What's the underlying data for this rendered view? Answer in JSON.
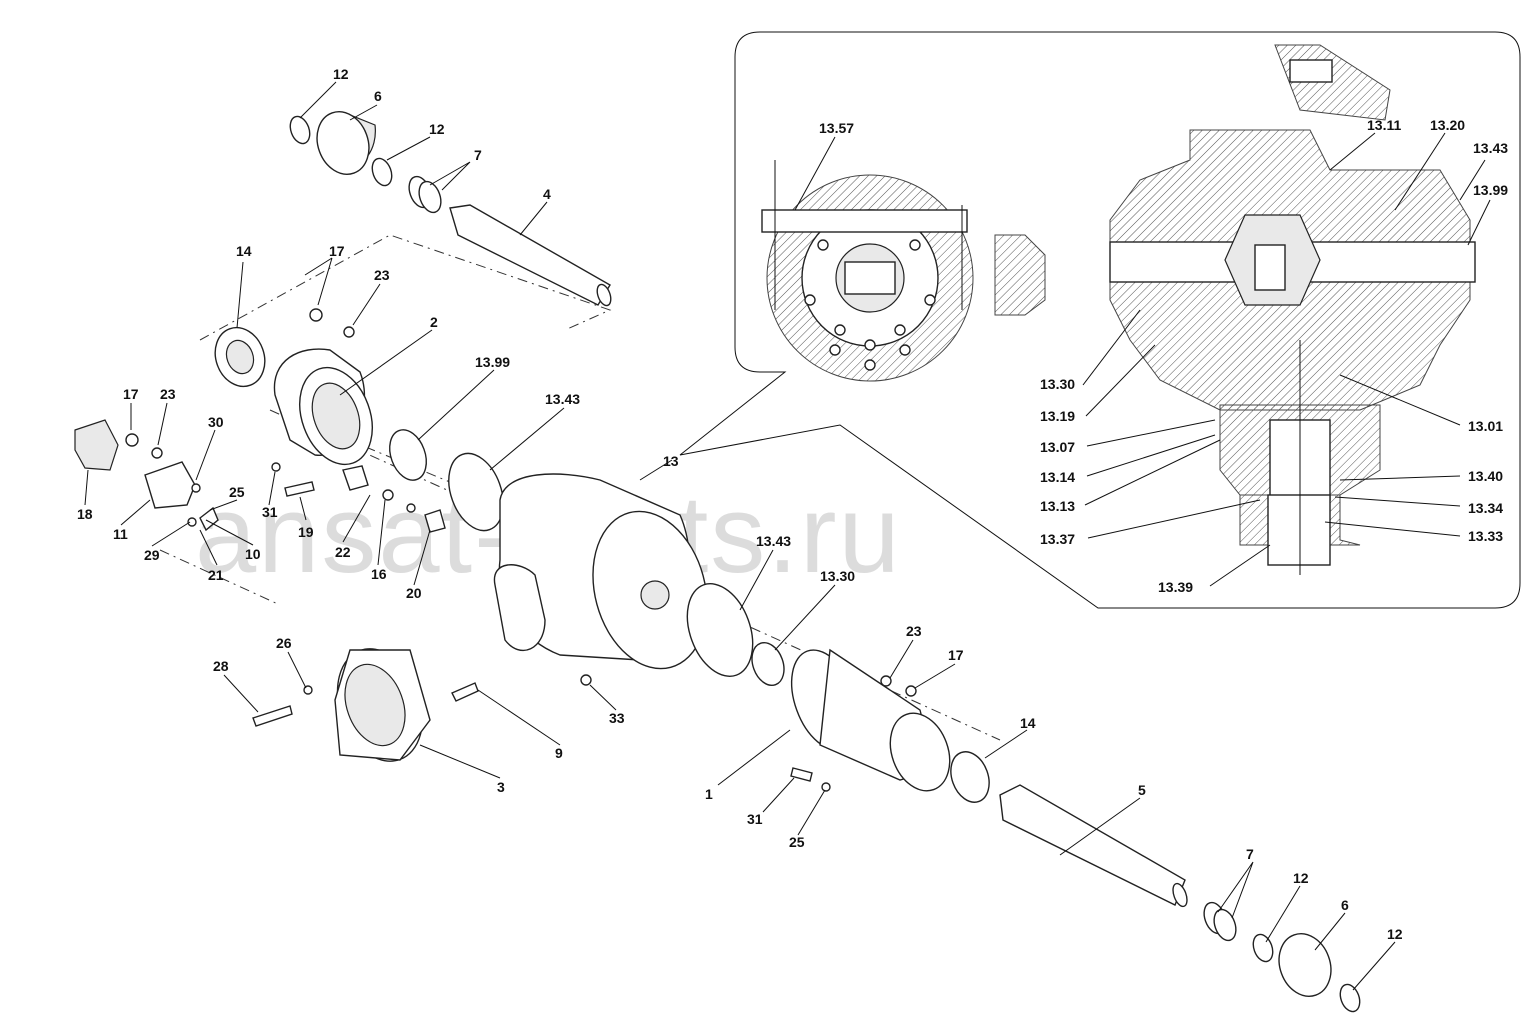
{
  "watermark": "ansat-parts.ru",
  "labels": {
    "p12a": "12",
    "p6a": "6",
    "p12b": "12",
    "p7a": "7",
    "p4": "4",
    "p14a": "14",
    "p17a": "17",
    "p23a": "23",
    "p2": "2",
    "p1399a": "13.99",
    "p1343a": "13.43",
    "p17b": "17",
    "p23b": "23",
    "p30": "30",
    "p25a": "25",
    "p18": "18",
    "p11": "11",
    "p29": "29",
    "p10": "10",
    "p21": "21",
    "p31a": "31",
    "p19": "19",
    "p22": "22",
    "p16": "16",
    "p20": "20",
    "p13": "13",
    "p1343b": "13.43",
    "p1330a": "13.30",
    "p23c": "23",
    "p17c": "17",
    "p28": "28",
    "p26": "26",
    "p9": "9",
    "p33": "33",
    "p3": "3",
    "p1": "1",
    "p14b": "14",
    "p31b": "31",
    "p25b": "25",
    "p5": "5",
    "p7b": "7",
    "p12c": "12",
    "p6b": "6",
    "p12d": "12",
    "d1357": "13.57",
    "d1311": "13.11",
    "d1320": "13.20",
    "d1343": "13.43",
    "d1399": "13.99",
    "d1330": "13.30",
    "d1319": "13.19",
    "d1307": "13.07",
    "d1301": "13.01",
    "d1314": "13.14",
    "d1340": "13.40",
    "d1313": "13.13",
    "d1334": "13.34",
    "d1337": "13.37",
    "d1333": "13.33",
    "d1339": "13.39"
  }
}
